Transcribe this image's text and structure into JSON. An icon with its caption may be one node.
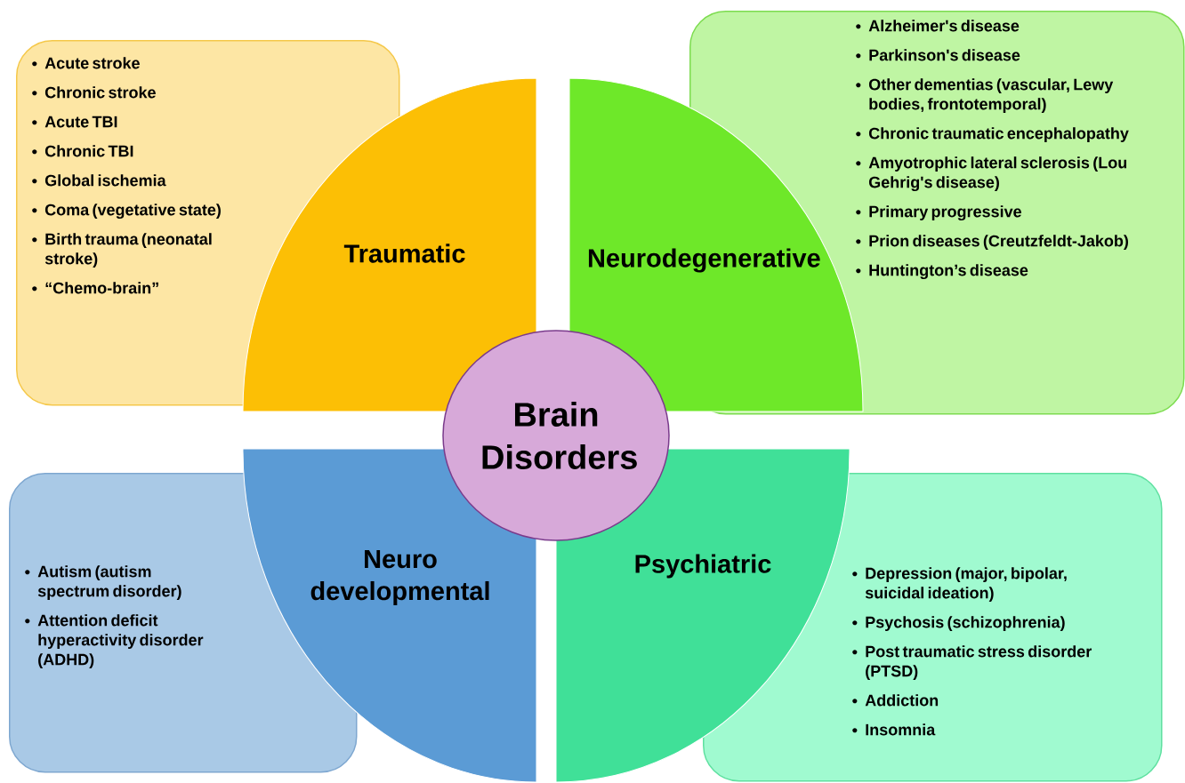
{
  "diagram": {
    "nodes": [
      {
        "text": [
          "Acute stroke",
          "Chronic stroke",
          "Acute TBI",
          "Chronic TBI",
          "Global ischemia",
          "Coma (vegetative state)",
          "Birth trauma (neonatal stroke)",
          "“Chemo-brain”"
        ]
      },
      {
        "text": [
          "Traumatic"
        ]
      },
      {
        "text": [
          "Neurodegenerative"
        ]
      },
      {
        "text": [
          "Alzheimer's disease",
          "Parkinson's disease",
          "Other dementias (vascular, Lewy bodies, frontotemporal)",
          "Chronic traumatic encephalopathy",
          "Amyotrophic lateral sclerosis (Lou Gehrig's disease)",
          "Primary progressive",
          "Prion diseases (Creutzfeldt-Jakob)",
          "Huntington’s disease"
        ]
      },
      {
        "text": [
          "Brain Disorders"
        ]
      },
      {
        "text": [
          "Autism (autism spectrum disorder)",
          "Attention deficit hyperactivity disorder (ADHD)"
        ]
      },
      {
        "text": [
          "Neuro developmental"
        ]
      },
      {
        "text": [
          "Psychiatric"
        ]
      },
      {
        "text": [
          "Depression (major, bipolar, suicidal ideation)",
          "Psychosis (schizophrenia)",
          "Post traumatic stress disorder (PTSD)",
          "Addiction",
          "Insomnia"
        ]
      }
    ]
  }
}
